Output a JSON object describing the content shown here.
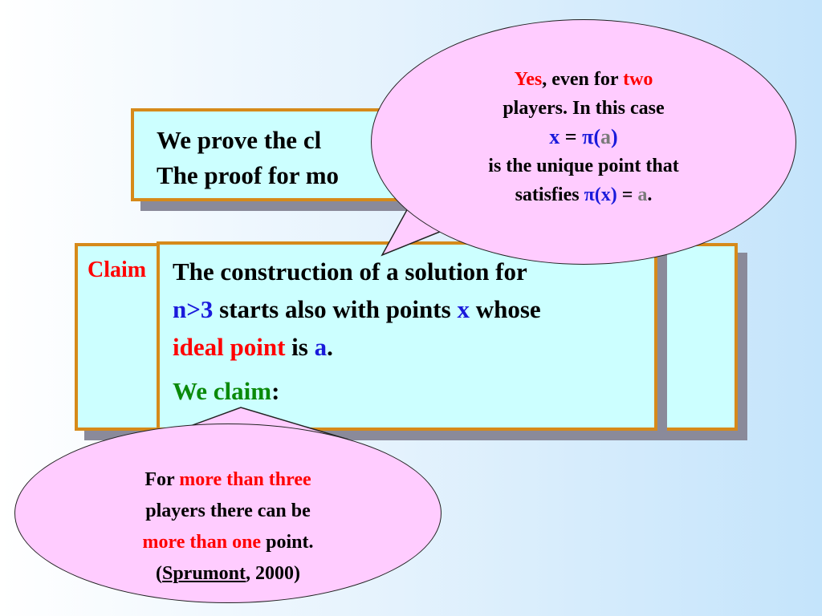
{
  "top_box": {
    "line1": "We prove the cl",
    "line2": "The proof for mo"
  },
  "claim_box": {
    "label": "Claim"
  },
  "front_box": {
    "l1": "The construction of a solution for",
    "l2_n": "n",
    "l2_gt3": ">3",
    "l2_mid": " starts also with points ",
    "l2_x": "x",
    "l2_end": " whose",
    "l3_ideal": "ideal point",
    "l3_is": " is ",
    "l3_a": "a",
    "l3_dot": ".",
    "l4_claim": "We claim",
    "l4_colon": ":"
  },
  "bubble_top": {
    "yes": "Yes",
    "even_for": ", even for ",
    "two": "two",
    "line2": "players. In this case",
    "x": "x",
    "eq": " = ",
    "pi_open": "π(",
    "a": "a",
    "close": ")",
    "line4": "is the unique point that",
    "satisfies": "satisfies ",
    "pix": "π(x)",
    "eq2": " = ",
    "a2": "a",
    "dot": "."
  },
  "bubble_bottom": {
    "for": "For ",
    "more_three": "more than three",
    "line2": "players there can be",
    "more_one": "more than one",
    "point": " point.",
    "open": "(",
    "author": "Sprumont",
    "year": ", 2000)"
  }
}
